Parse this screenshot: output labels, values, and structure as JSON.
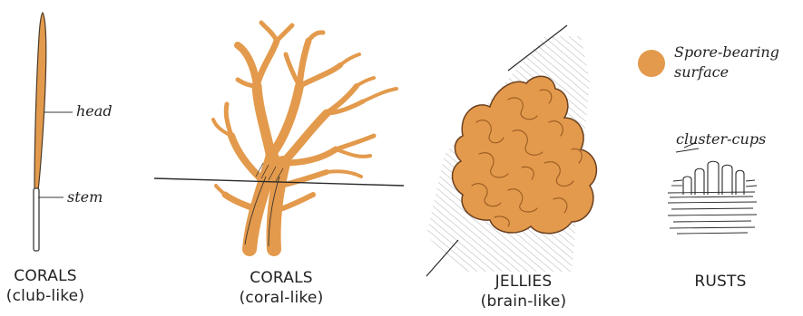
{
  "colors": {
    "spore": "#e39a4c",
    "spore_dark": "#b86a22",
    "ink": "#2a2a2a",
    "background": "#ffffff"
  },
  "legend": {
    "icon": "orange-dot",
    "line1": "Spore-bearing",
    "line2": "surface"
  },
  "figures": [
    {
      "id": "corals-club",
      "name_line": "CORALS",
      "sub_line": "(club-like)",
      "labels": {
        "head": "head",
        "stem": "stem"
      }
    },
    {
      "id": "corals-coral",
      "name_line": "CORALS",
      "sub_line": "(coral-like)"
    },
    {
      "id": "jellies-brain",
      "name_line": "JELLIES",
      "sub_line": "(brain-like)"
    },
    {
      "id": "rusts",
      "name_line": "RUSTS",
      "sub_line": "",
      "labels": {
        "cups": "cluster-cups"
      }
    }
  ]
}
